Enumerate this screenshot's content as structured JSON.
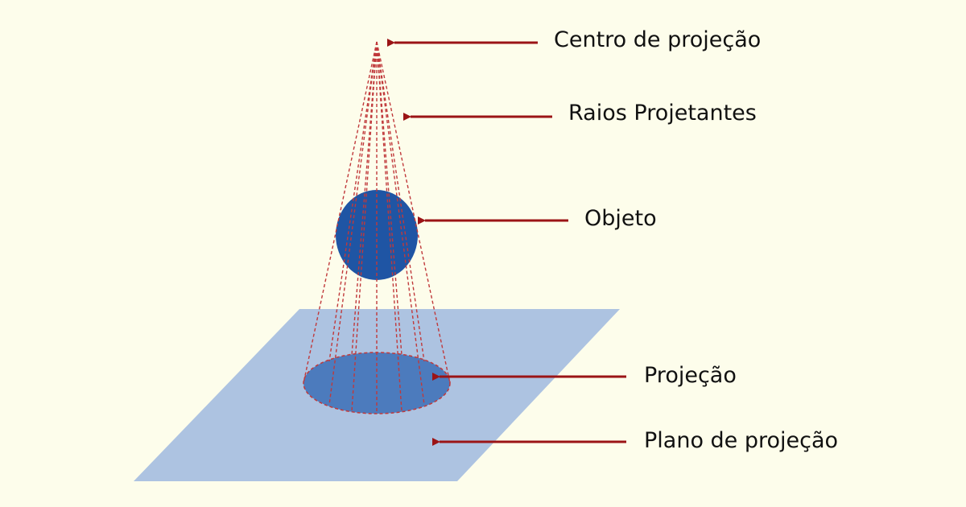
{
  "diagram": {
    "labels": {
      "center": "Centro de projeção",
      "rays": "Raios Projetantes",
      "object": "Objeto",
      "projection": "Projeção",
      "plane": "Plano de projeção"
    },
    "colors": {
      "background": "#fdfdeb",
      "plane": "#adc3e1",
      "object": "#1f55a4",
      "projection": "#4c7bbd",
      "rays": "#c0393b",
      "arrows": "#9b1416",
      "text": "#111111"
    }
  }
}
